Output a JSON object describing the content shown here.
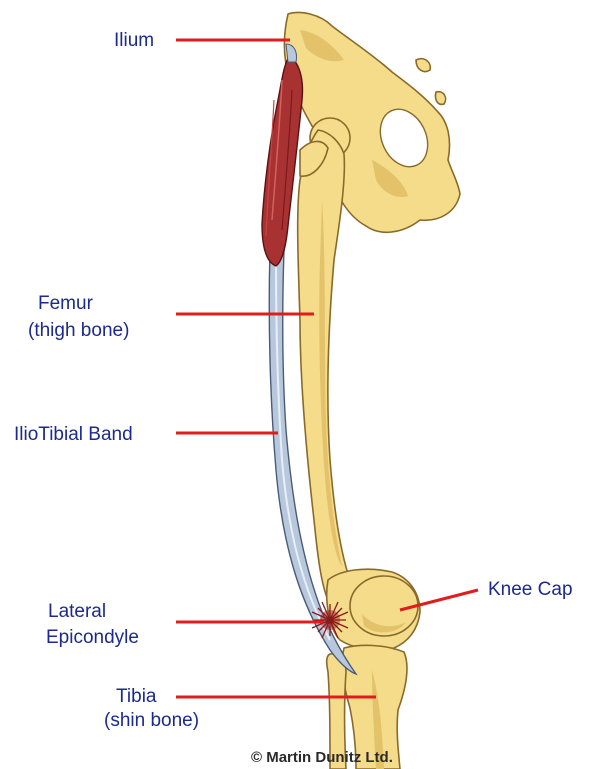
{
  "diagram": {
    "labels": {
      "ilium": "Ilium",
      "femur_1": "Femur",
      "femur_2": "(thigh bone)",
      "itband": "IlioTibial Band",
      "lateral_1": "Lateral",
      "lateral_2": "Epicondyle",
      "kneecap": "Knee Cap",
      "tibia_1": "Tibia",
      "tibia_2": "(shin bone)"
    },
    "credit": "© Martin Dunitz Ltd.",
    "colors": {
      "label_text": "#1c2a8c",
      "leader_line": "#e01c1c",
      "bone": "#f4dc8a",
      "bone_outline": "#8a6a2a",
      "muscle": "#a83232",
      "band": "#8aa0c0"
    }
  }
}
